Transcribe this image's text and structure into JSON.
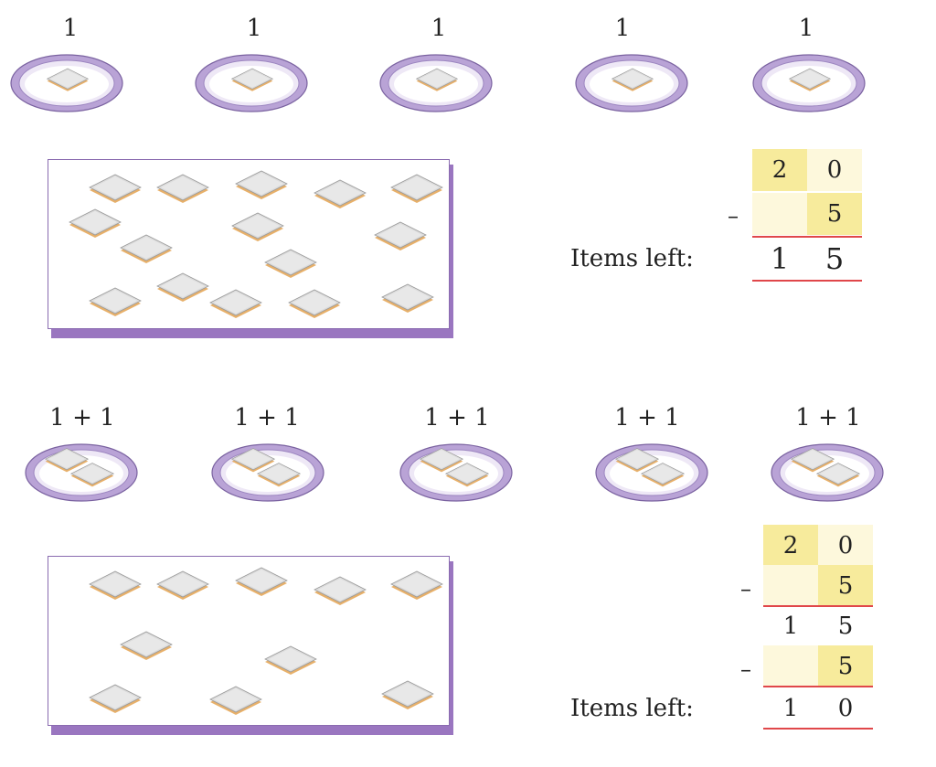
{
  "section1": {
    "plate_labels": [
      "1",
      "1",
      "1",
      "1",
      "1"
    ],
    "subtraction": {
      "top": [
        "2",
        "0"
      ],
      "sub": [
        "",
        "5"
      ],
      "operator": "–",
      "result": [
        "1",
        "5"
      ]
    },
    "items_left_label": "Items left:"
  },
  "section2": {
    "plate_labels": [
      "1 + 1",
      "1 + 1",
      "1 + 1",
      "1 + 1",
      "1 + 1"
    ],
    "subtraction": {
      "top": [
        "2",
        "0"
      ],
      "sub1": [
        "",
        "5"
      ],
      "op1": "–",
      "mid": [
        "1",
        "5"
      ],
      "sub2": [
        "",
        "5"
      ],
      "op2": "–",
      "result": [
        "1",
        "0"
      ]
    },
    "items_left_label": "Items left:"
  },
  "colors": {
    "plate_rim": "#b9a3d6",
    "tray_shadow": "#9a76c0",
    "cell_yellow": "#f7eb9c",
    "underline": "#e0474a",
    "book_spine": "#e7b06a"
  }
}
